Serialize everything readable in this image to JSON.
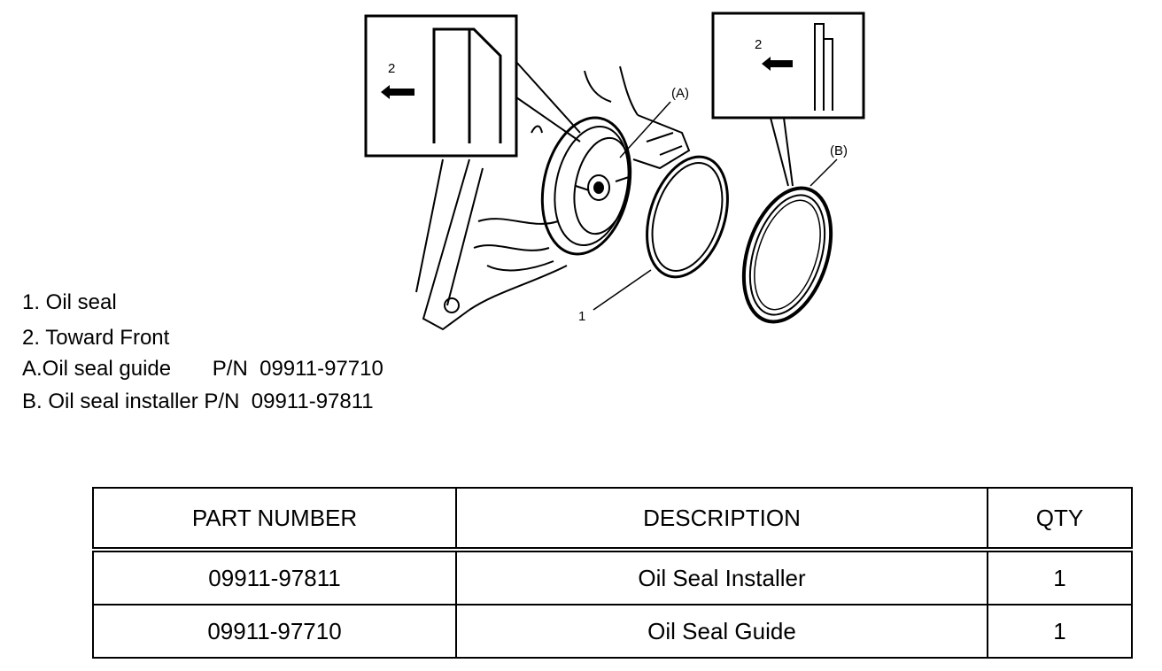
{
  "diagram": {
    "labels": {
      "guide": "(A)",
      "installer": "(B)",
      "oil_seal": "1",
      "front_left": "2",
      "front_right": "2"
    }
  },
  "legend": [
    "1. Oil seal",
    "2. Toward Front",
    "A.Oil seal guide       P/N  09911-97710",
    "B. Oil seal installer P/N  09911-97811"
  ],
  "table": {
    "headers": [
      "PART NUMBER",
      "DESCRIPTION",
      "QTY"
    ],
    "rows": [
      [
        "09911-97811",
        "Oil Seal Installer",
        "1"
      ],
      [
        "09911-97710",
        "Oil Seal Guide",
        "1"
      ]
    ]
  }
}
